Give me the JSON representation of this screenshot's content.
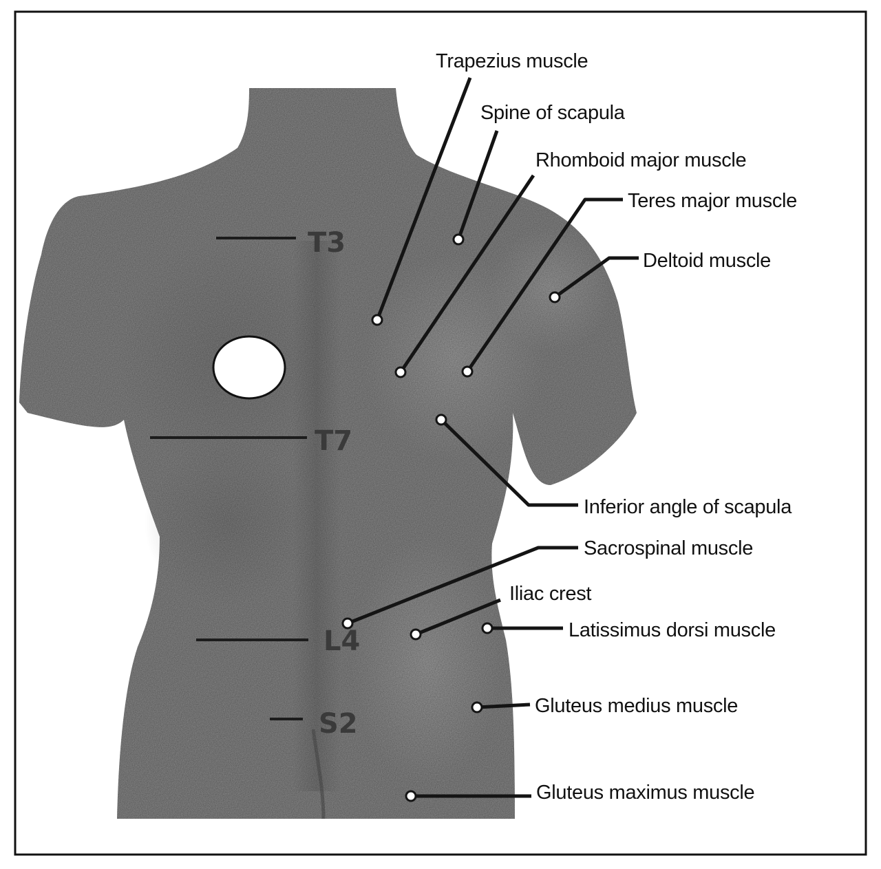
{
  "colors": {
    "skin": "#8f8f8f",
    "skin_light": "#b4b4b4",
    "skin_dark": "#6f6f6f",
    "line": "#141414",
    "frame": "#111111",
    "background": "#ffffff"
  },
  "labels": {
    "trapezius": "Trapezius muscle",
    "spine_scapula": "Spine of scapula",
    "rhomboid": "Rhomboid major muscle",
    "teres": "Teres major muscle",
    "deltoid": "Deltoid muscle",
    "inferior_angle": "Inferior angle of scapula",
    "sacrospinal": "Sacrospinal muscle",
    "iliac": "Iliac crest",
    "latissimus": "Latissimus dorsi muscle",
    "glut_med": "Gluteus medius muscle",
    "glut_max": "Gluteus maximus muscle"
  },
  "levels": {
    "t3": "T3",
    "t7": "T7",
    "l4": "L4",
    "s2": "S2"
  }
}
